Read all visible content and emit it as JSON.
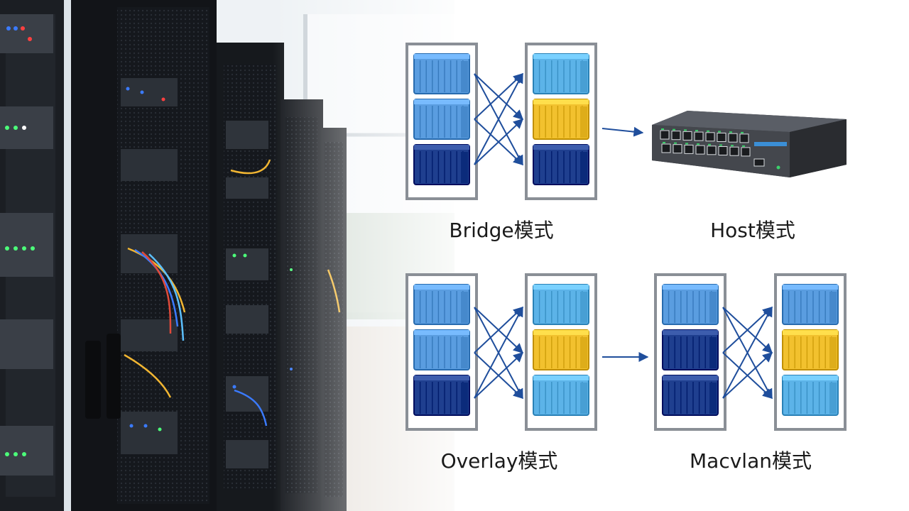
{
  "labels": {
    "bridge": "Bridge模式",
    "host": "Host模式",
    "overlay": "Overlay模式",
    "macvlan": "Macvlan模式"
  },
  "colors": {
    "container_light": "#5a9de0",
    "container_sky": "#5cb3e8",
    "container_yellow": "#f2c12e",
    "container_dark": "#1f3f8f",
    "frame": "#8a8f96",
    "arrow": "#1f4e9c",
    "switch_body": "#3a3d42"
  },
  "panels": {
    "bridge": {
      "left": [
        "light",
        "light",
        "dark"
      ],
      "right": [
        "sky",
        "yellow",
        "dark"
      ]
    },
    "overlay": {
      "left": [
        "light",
        "light",
        "dark"
      ],
      "right": [
        "sky",
        "yellow",
        "sky"
      ]
    },
    "macvlan": {
      "left": [
        "light",
        "dark",
        "dark"
      ],
      "right": [
        "light",
        "yellow",
        "sky"
      ]
    }
  }
}
